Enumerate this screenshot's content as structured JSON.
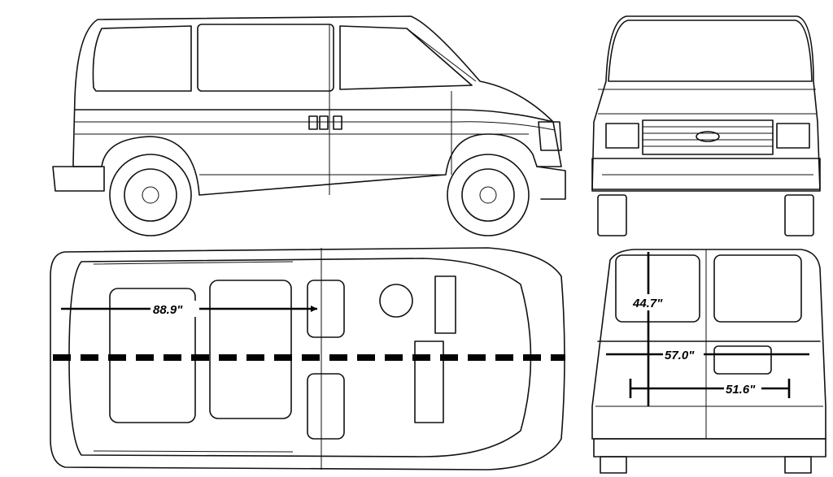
{
  "title": "Van blueprint - side, front, top and rear views",
  "views": [
    "side",
    "front",
    "top",
    "rear"
  ],
  "dimensions": {
    "interior_length": "88.9\"",
    "rear_door_height": "44.7\"",
    "rear_width": "57.0\"",
    "rear_door_opening_width": "51.6\""
  }
}
